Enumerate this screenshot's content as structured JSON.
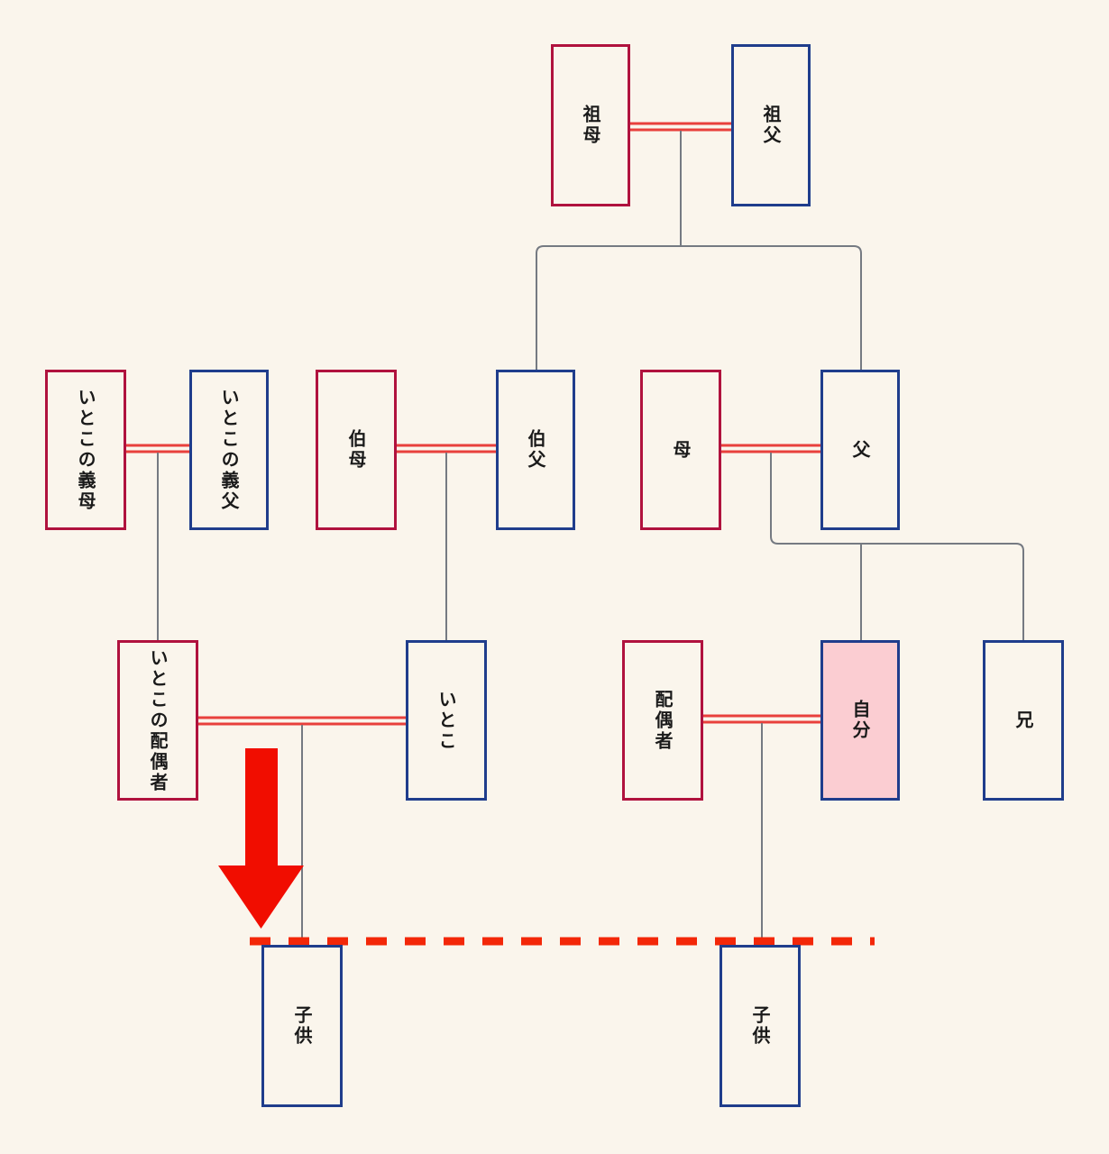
{
  "diagram": {
    "title": "family-tree",
    "nodes": [
      {
        "id": "grandmother",
        "label": "祖母",
        "type": "female"
      },
      {
        "id": "grandfather",
        "label": "祖父",
        "type": "male"
      },
      {
        "id": "cousins-mother-in-law",
        "label": "いとこの義母",
        "type": "female"
      },
      {
        "id": "cousins-father-in-law",
        "label": "いとこの義父",
        "type": "male"
      },
      {
        "id": "aunt",
        "label": "伯母",
        "type": "female"
      },
      {
        "id": "uncle",
        "label": "伯父",
        "type": "male"
      },
      {
        "id": "mother",
        "label": "母",
        "type": "female"
      },
      {
        "id": "father",
        "label": "父",
        "type": "male"
      },
      {
        "id": "cousins-spouse",
        "label": "いとこの配偶者",
        "type": "female"
      },
      {
        "id": "cousin",
        "label": "いとこ",
        "type": "male"
      },
      {
        "id": "spouse",
        "label": "配偶者",
        "type": "female"
      },
      {
        "id": "self",
        "label": "自分",
        "type": "male",
        "highlighted": true
      },
      {
        "id": "brother",
        "label": "兄",
        "type": "male"
      },
      {
        "id": "child-left",
        "label": "子供",
        "type": "male"
      },
      {
        "id": "child-right",
        "label": "子供",
        "type": "male"
      }
    ],
    "annotations": {
      "arrow_icon": "red-down-arrow",
      "divider_icon": "red-dashed-generation-line"
    }
  },
  "colors": {
    "bg": "#faf5ec",
    "female": "#b0123e",
    "male": "#1f3d8c",
    "marriage": "#e8403c",
    "connector": "#757a82",
    "highlight": "#fbcdd2",
    "arrow": "#f10d00",
    "divider": "#f32708",
    "text": "#1a1a1a"
  }
}
